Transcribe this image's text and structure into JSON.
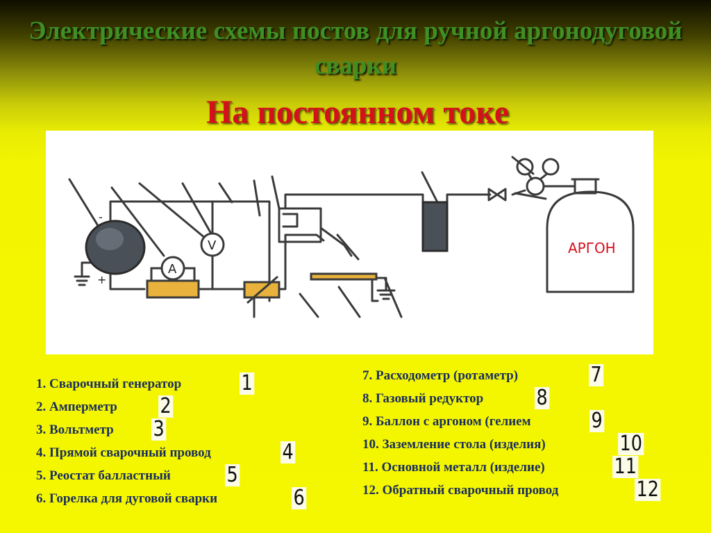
{
  "slide": {
    "title": "Электрические схемы постов для ручной аргонодуговой сварки",
    "subtitle": "На постоянном токе"
  },
  "diagram": {
    "cylinder_label": "АРГОН",
    "ammeter_symbol": "A",
    "voltmeter_symbol": "V",
    "minus_sign": "-",
    "plus_sign": "+"
  },
  "legend": {
    "left": [
      {
        "num": "1.",
        "text": "Сварочный генератор",
        "badge": "1"
      },
      {
        "num": "2.",
        "text": "Амперметр",
        "badge": "2"
      },
      {
        "num": "3.",
        "text": "Вольтметр",
        "badge": "3"
      },
      {
        "num": "4.",
        "text": "Прямой сварочный провод",
        "badge": "4"
      },
      {
        "num": "5.",
        "text": "Реостат балластный",
        "badge": "5"
      },
      {
        "num": "6.",
        "text": "Горелка для дуговой сварки",
        "badge": "6"
      }
    ],
    "right": [
      {
        "num": "7.",
        "text": "Расходометр (ротаметр)",
        "badge": "7"
      },
      {
        "num": "8.",
        "text": "Газовый редуктор",
        "badge": "8"
      },
      {
        "num": "9.",
        "text": "Баллон с аргоном (гелием",
        "badge": "9"
      },
      {
        "num": "10.",
        "text": "Заземление стола (изделия)",
        "badge": "10"
      },
      {
        "num": "11.",
        "text": "Основной металл (изделие)",
        "badge": "11"
      },
      {
        "num": "12.",
        "text": "Обратный сварочный провод",
        "badge": "12"
      }
    ]
  },
  "colors": {
    "title": "#3f8f24",
    "subtitle": "#d4101c",
    "legend_text": "#1a2d5c",
    "wire": "#3a3a3a",
    "equipment_fill": "#e8b23c",
    "generator_fill": "#4a5058"
  }
}
